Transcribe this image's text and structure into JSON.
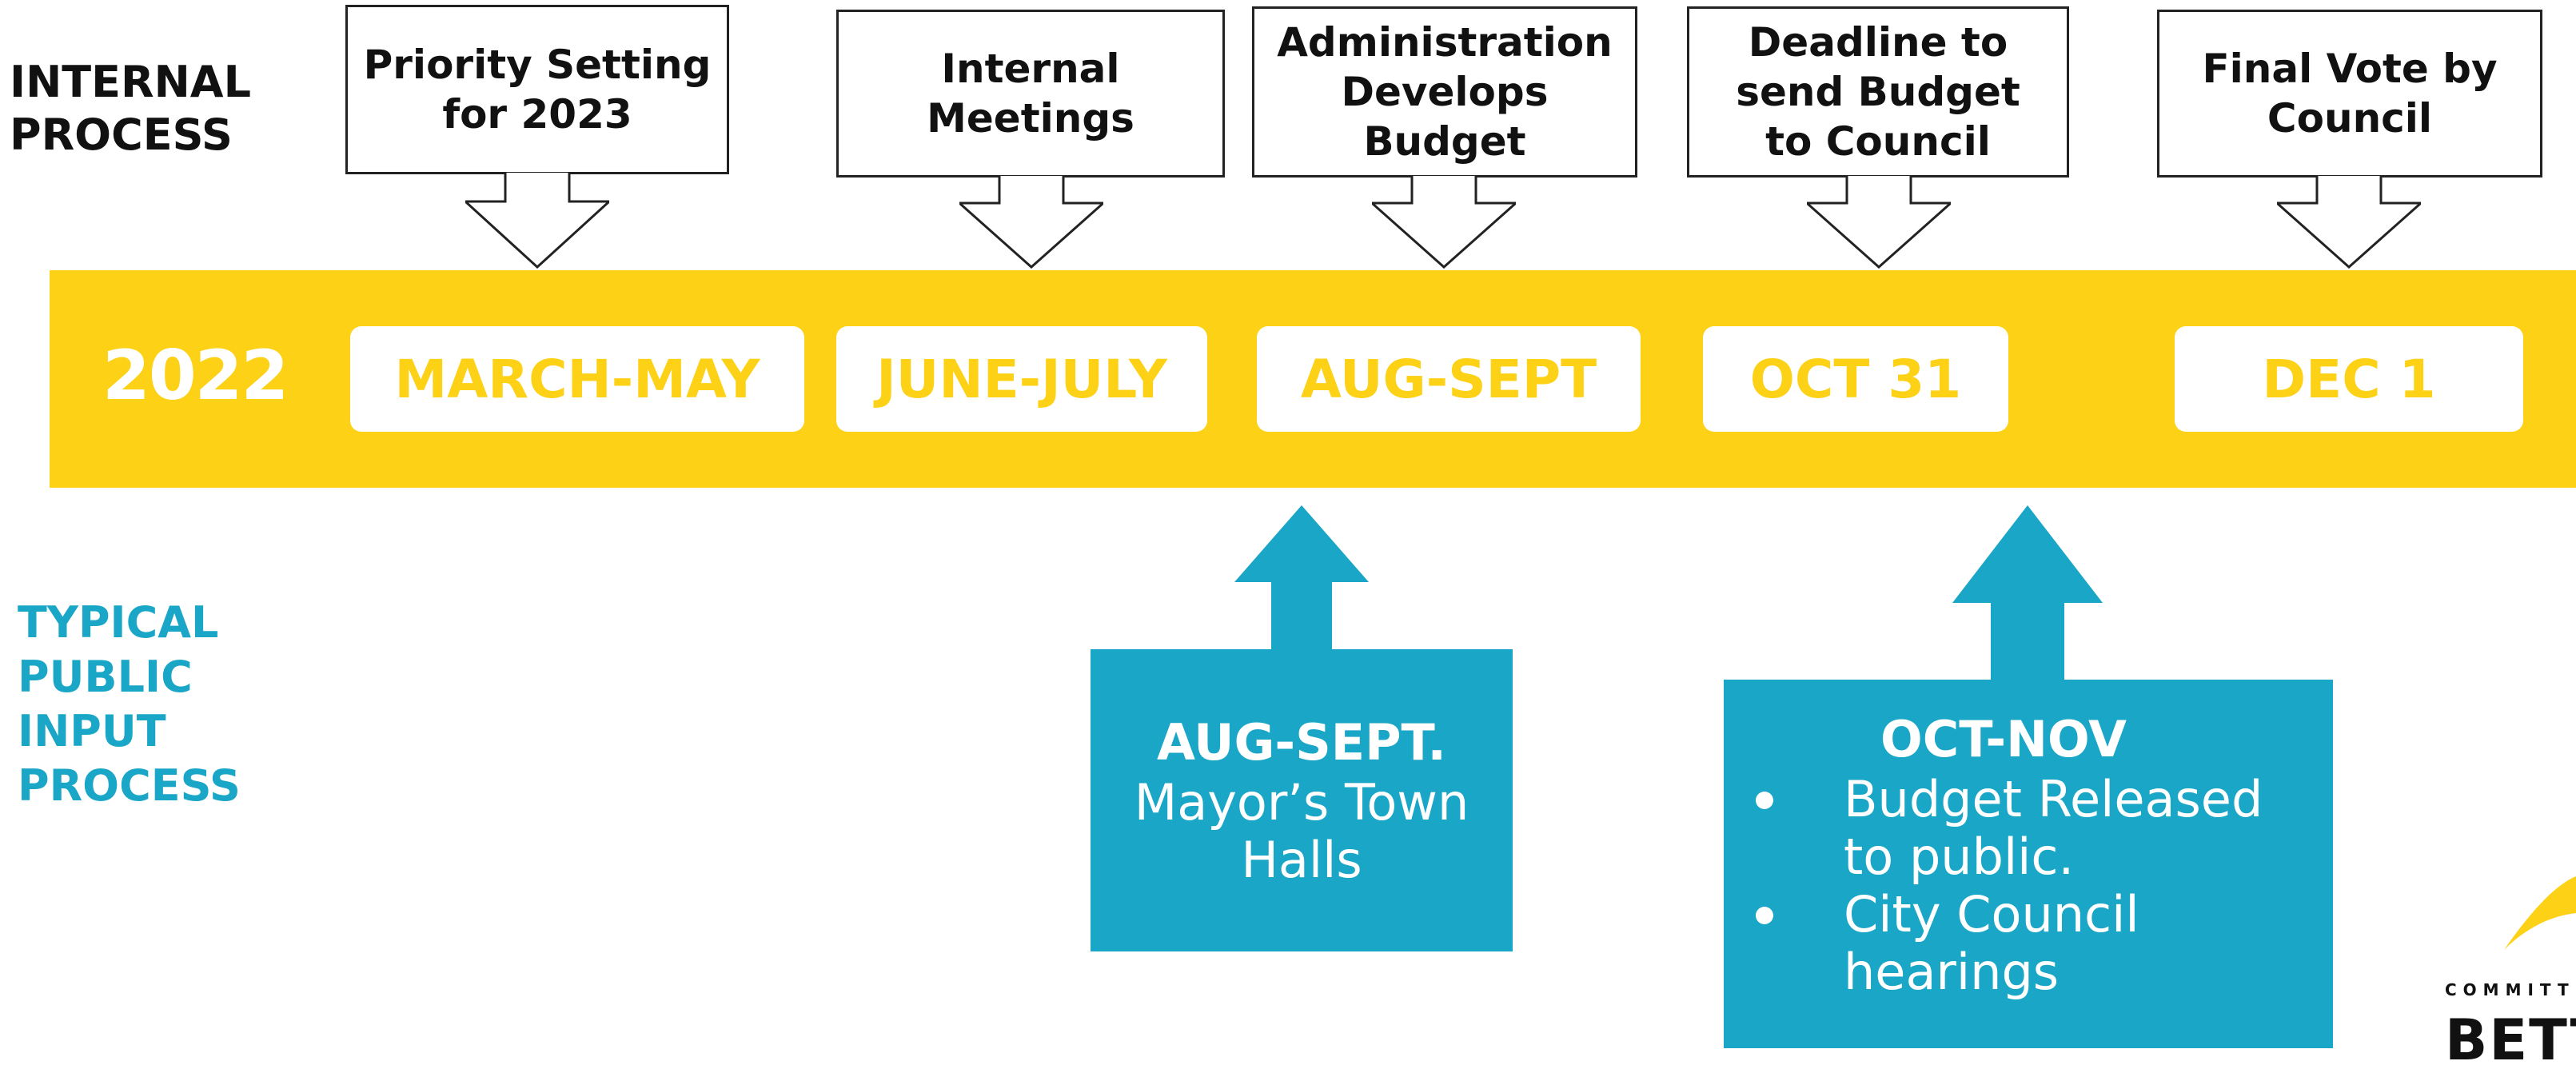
{
  "labels": {
    "internal": [
      "INTERNAL",
      "PROCESS"
    ],
    "public": [
      "TYPICAL",
      "PUBLIC",
      "INPUT",
      "PROCESS"
    ]
  },
  "timeline": {
    "year": "2022",
    "periods": [
      "MARCH-MAY",
      "JUNE-JULY",
      "AUG-SEPT",
      "OCT 31",
      "DEC 1"
    ]
  },
  "internal_steps": [
    [
      "Priority Setting",
      "for 2023"
    ],
    [
      "Internal",
      "Meetings"
    ],
    [
      "Administration",
      "Develops",
      "Budget"
    ],
    [
      "Deadline to",
      "send Budget",
      "to Council"
    ],
    [
      "Final Vote by",
      "Council"
    ]
  ],
  "public_steps": {
    "aug_sept": {
      "title": "AUG-SEPT.",
      "lines": [
        "Mayor’s Town",
        "Halls"
      ]
    },
    "oct_nov": {
      "title": "OCT-NOV",
      "bullets": [
        [
          "Budget Released",
          "to public."
        ],
        [
          "City Council",
          "hearings"
        ]
      ]
    }
  },
  "logo": {
    "small_text": "COMMITTE",
    "big_text": "BETT"
  },
  "colors": {
    "band_yellow": "#fcd116",
    "public_blue": "#1aa6c6",
    "text_dark": "#111111",
    "white": "#ffffff"
  }
}
